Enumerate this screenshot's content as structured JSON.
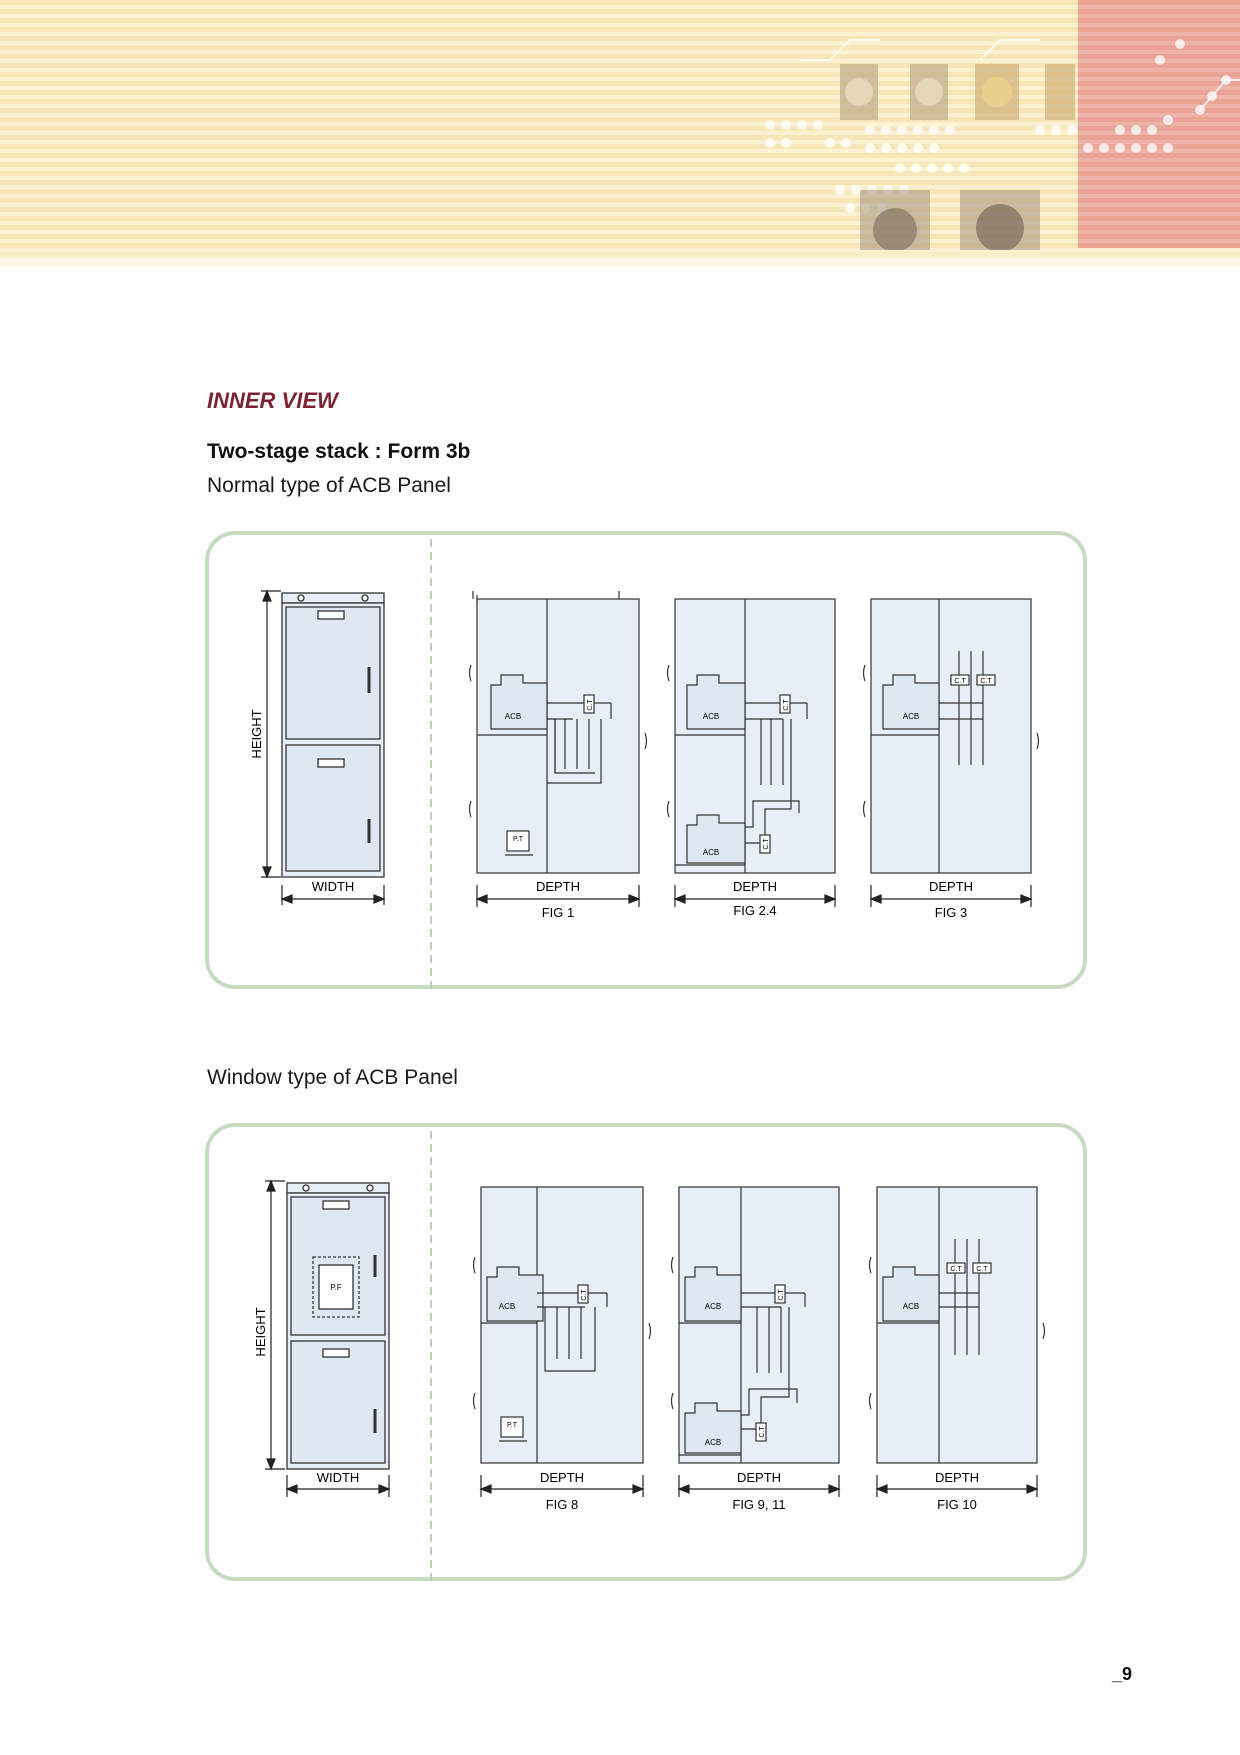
{
  "header": {
    "section_label": "INNER VIEW",
    "title": "Two-stage stack : Form 3b"
  },
  "normal_panel": {
    "caption": "Normal type of ACB Panel",
    "front": {
      "height_label": "HEIGHT",
      "width_label": "WIDTH"
    },
    "figures": [
      {
        "name": "FIG 1",
        "depth_label": "DEPTH",
        "components": [
          "ACB",
          "C.T",
          "P.T"
        ]
      },
      {
        "name": "FIG 2.4",
        "depth_label": "DEPTH",
        "components": [
          "ACB",
          "C.T",
          "ACB",
          "C.T"
        ]
      },
      {
        "name": "FIG 3",
        "depth_label": "DEPTH",
        "components": [
          "ACB",
          "C.T",
          "C.T"
        ]
      }
    ]
  },
  "window_panel": {
    "caption": "Window type of ACB Panel",
    "front": {
      "height_label": "HEIGHT",
      "width_label": "WIDTH",
      "window_label": "P.F"
    },
    "figures": [
      {
        "name": "FIG 8",
        "depth_label": "DEPTH",
        "components": [
          "ACB",
          "C.T",
          "P.T"
        ]
      },
      {
        "name": "FIG 9, 11",
        "depth_label": "DEPTH",
        "components": [
          "ACB",
          "C.T",
          "ACB",
          "C.T"
        ]
      },
      {
        "name": "FIG 10",
        "depth_label": "DEPTH",
        "components": [
          "ACB",
          "C.T",
          "C.T"
        ]
      }
    ]
  },
  "page_number": "_9",
  "colors": {
    "accent": "#7b2330",
    "box_border": "#c6dcc0",
    "panel_fill": "#e8eef7"
  }
}
